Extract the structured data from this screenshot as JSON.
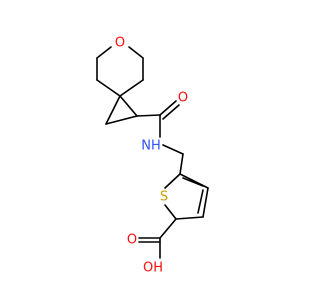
{
  "molecule": {
    "atoms": {
      "oxygen_ring": "O",
      "amide_oxygen": "O",
      "amide_nitrogen": "NH",
      "sulfur": "S",
      "carboxyl_oxygen": "O",
      "hydroxyl": "OH"
    },
    "colors": {
      "bond": "#000000",
      "oxygen": "#ff0d0d",
      "nitrogen": "#3050f8",
      "sulfur": "#c8a000",
      "background": "#ffffff"
    }
  }
}
